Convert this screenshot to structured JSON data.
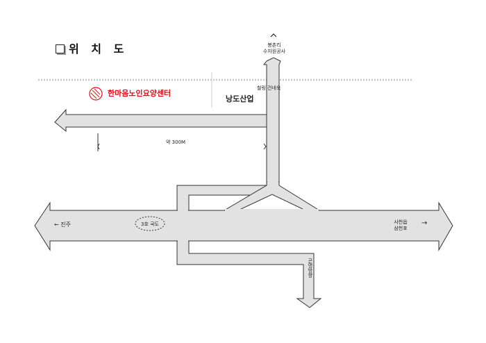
{
  "title": "위 치 도",
  "labels": {
    "north_top": "봉촌리",
    "north_bottom": "수자원공사",
    "welfare_center": "한마음노인요양센터",
    "building": "철링 건네욱",
    "company": "낭도산업",
    "distance": "약 300M",
    "west": "← 진주",
    "route": "3호 국도",
    "east_top": "사천읍",
    "east_bottom": "삼천포",
    "east_arrow": "→",
    "south": "곤명방향"
  },
  "icons": [
    "north-chevron-icon",
    "hospital-logo-icon",
    "arrow-west-icon",
    "arrow-east-icon",
    "arrow-south-icon"
  ],
  "colors": {
    "road_fill": "#e2e2e2",
    "road_stroke": "#333333",
    "title_text": "#111111",
    "center_text": "#e0101a",
    "divider": "#c8c8c8"
  }
}
